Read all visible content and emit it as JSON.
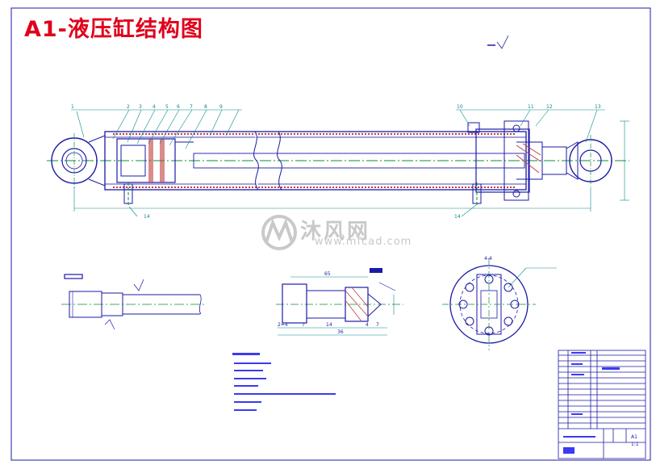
{
  "title": "A1-液压缸结构图",
  "watermark": {
    "text": "沐风网",
    "url": "www.mfcad.com"
  },
  "colors": {
    "title": "#e0001b",
    "line": "#1a1aa8",
    "dim": "#0a8a8a",
    "center": "#0b8f3a",
    "hatch": "#c04040"
  },
  "part_labels": [
    "1",
    "2",
    "3",
    "4",
    "5",
    "6",
    "7",
    "8",
    "9",
    "10",
    "11",
    "12",
    "13"
  ],
  "dims": {
    "lower_left": "14",
    "lower_right": "14"
  },
  "detail": {
    "top": "65",
    "d1": "2=4",
    "d2": "7",
    "d3": "14",
    "d4": "4",
    "d5": "7",
    "total": "36"
  },
  "section_label": "4-4",
  "title_block": {
    "scale": "1:1",
    "sheet": "A1"
  }
}
